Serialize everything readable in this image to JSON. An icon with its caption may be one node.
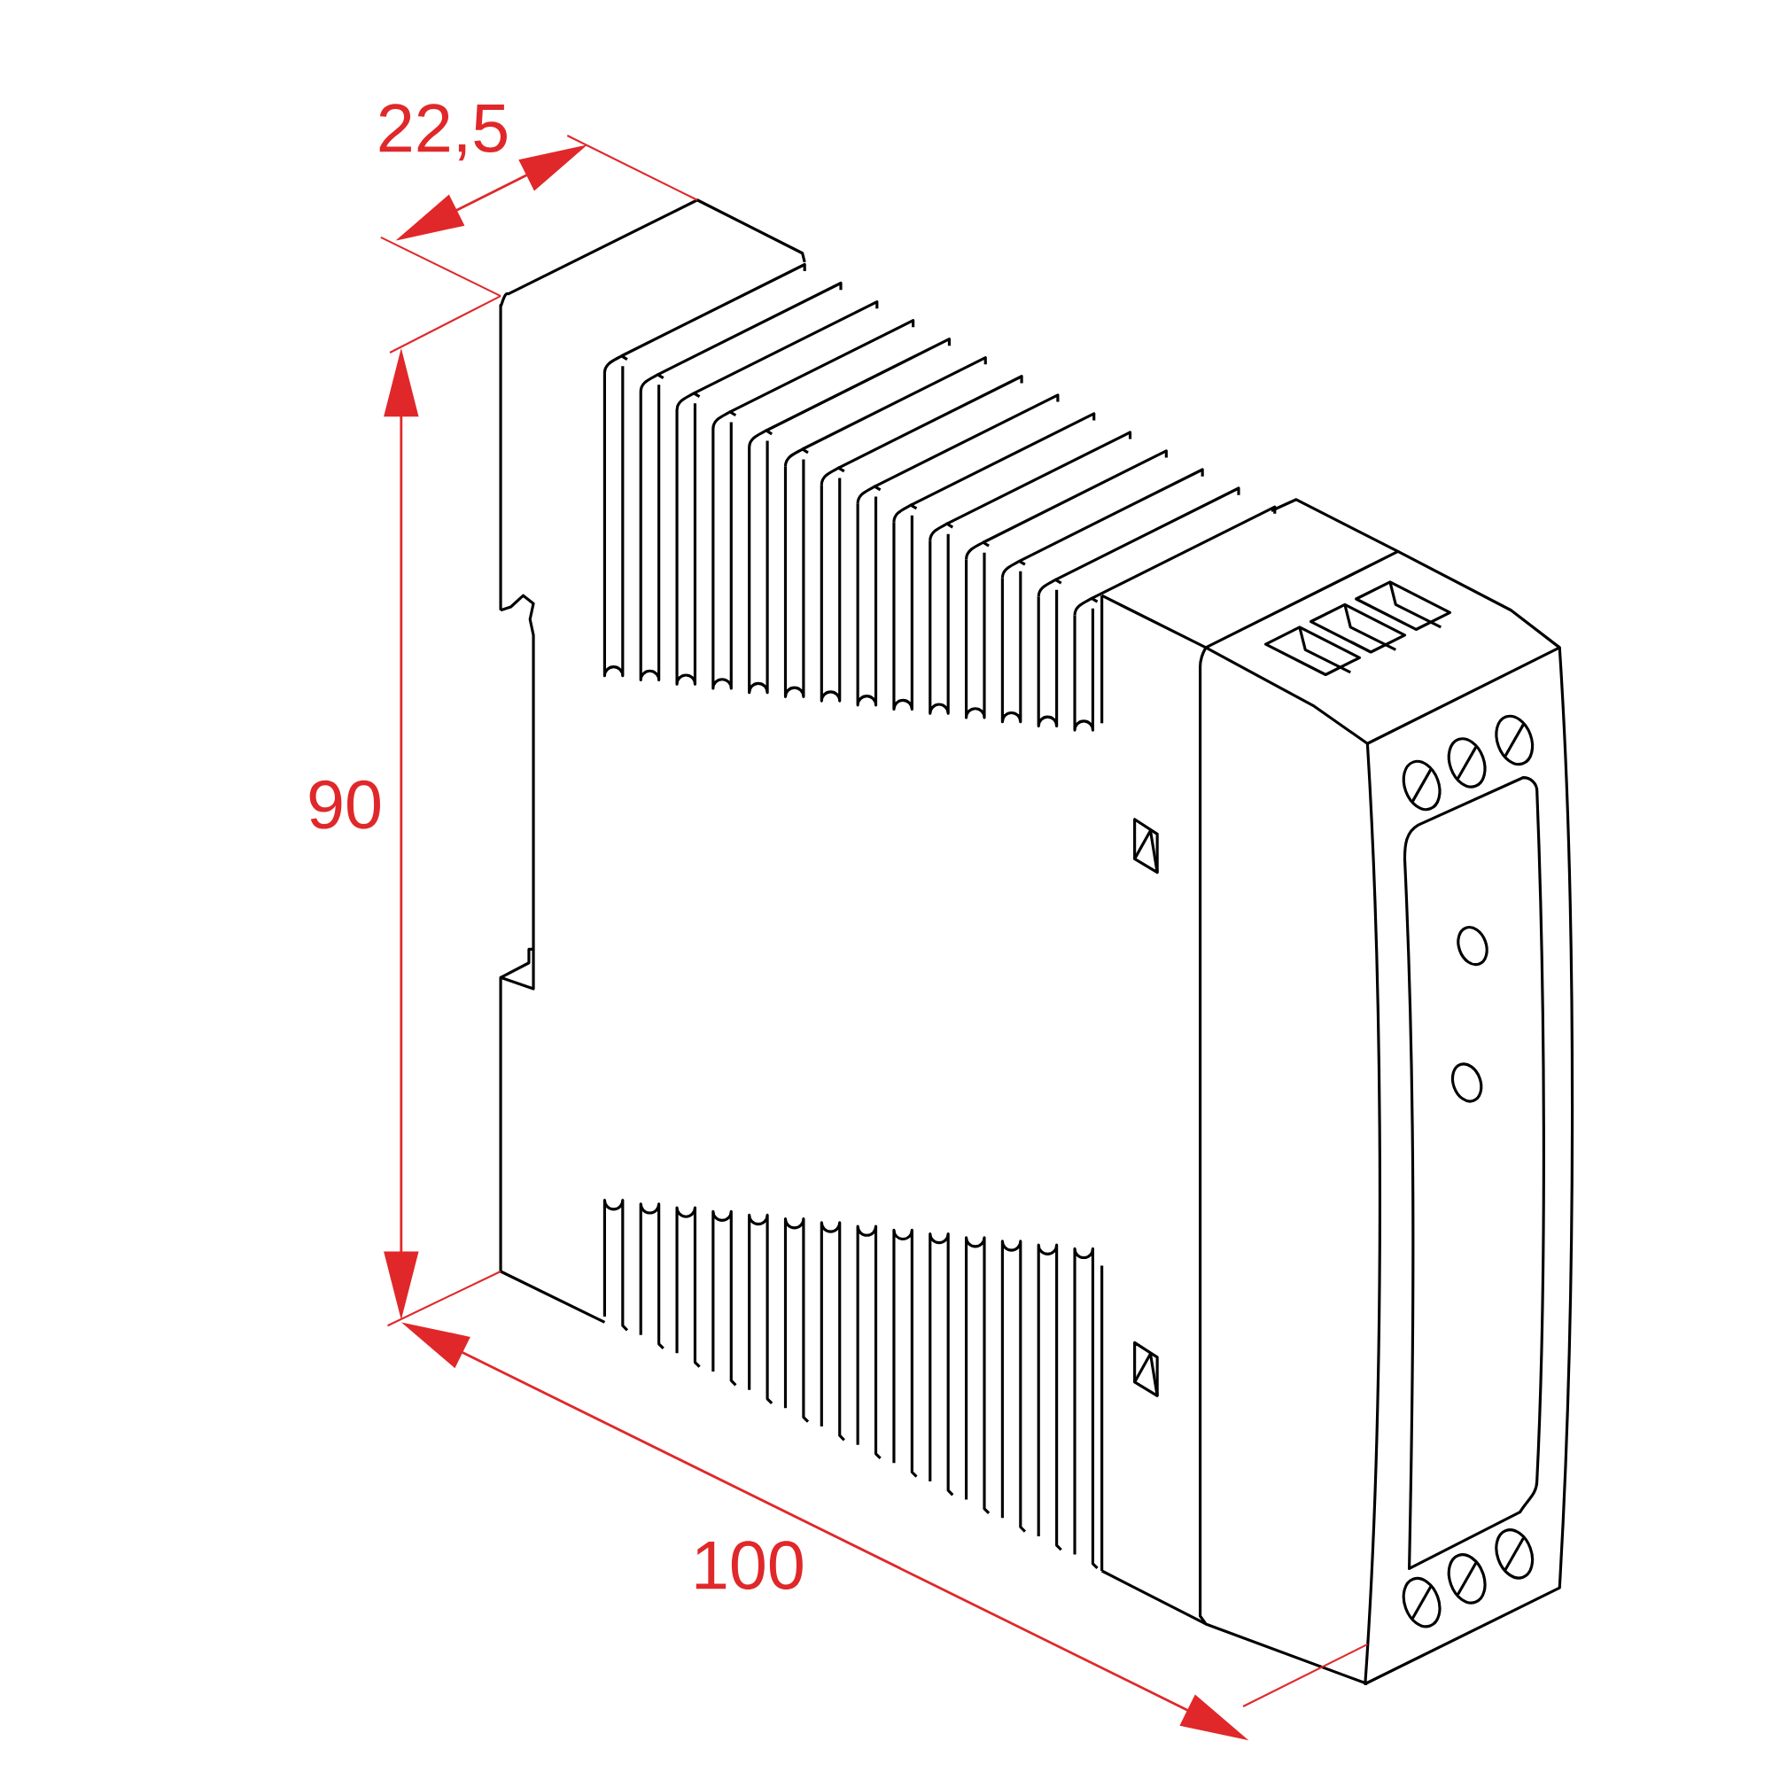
{
  "diagram": {
    "labels": [
      "22,5",
      "90",
      "100"
    ]
  }
}
